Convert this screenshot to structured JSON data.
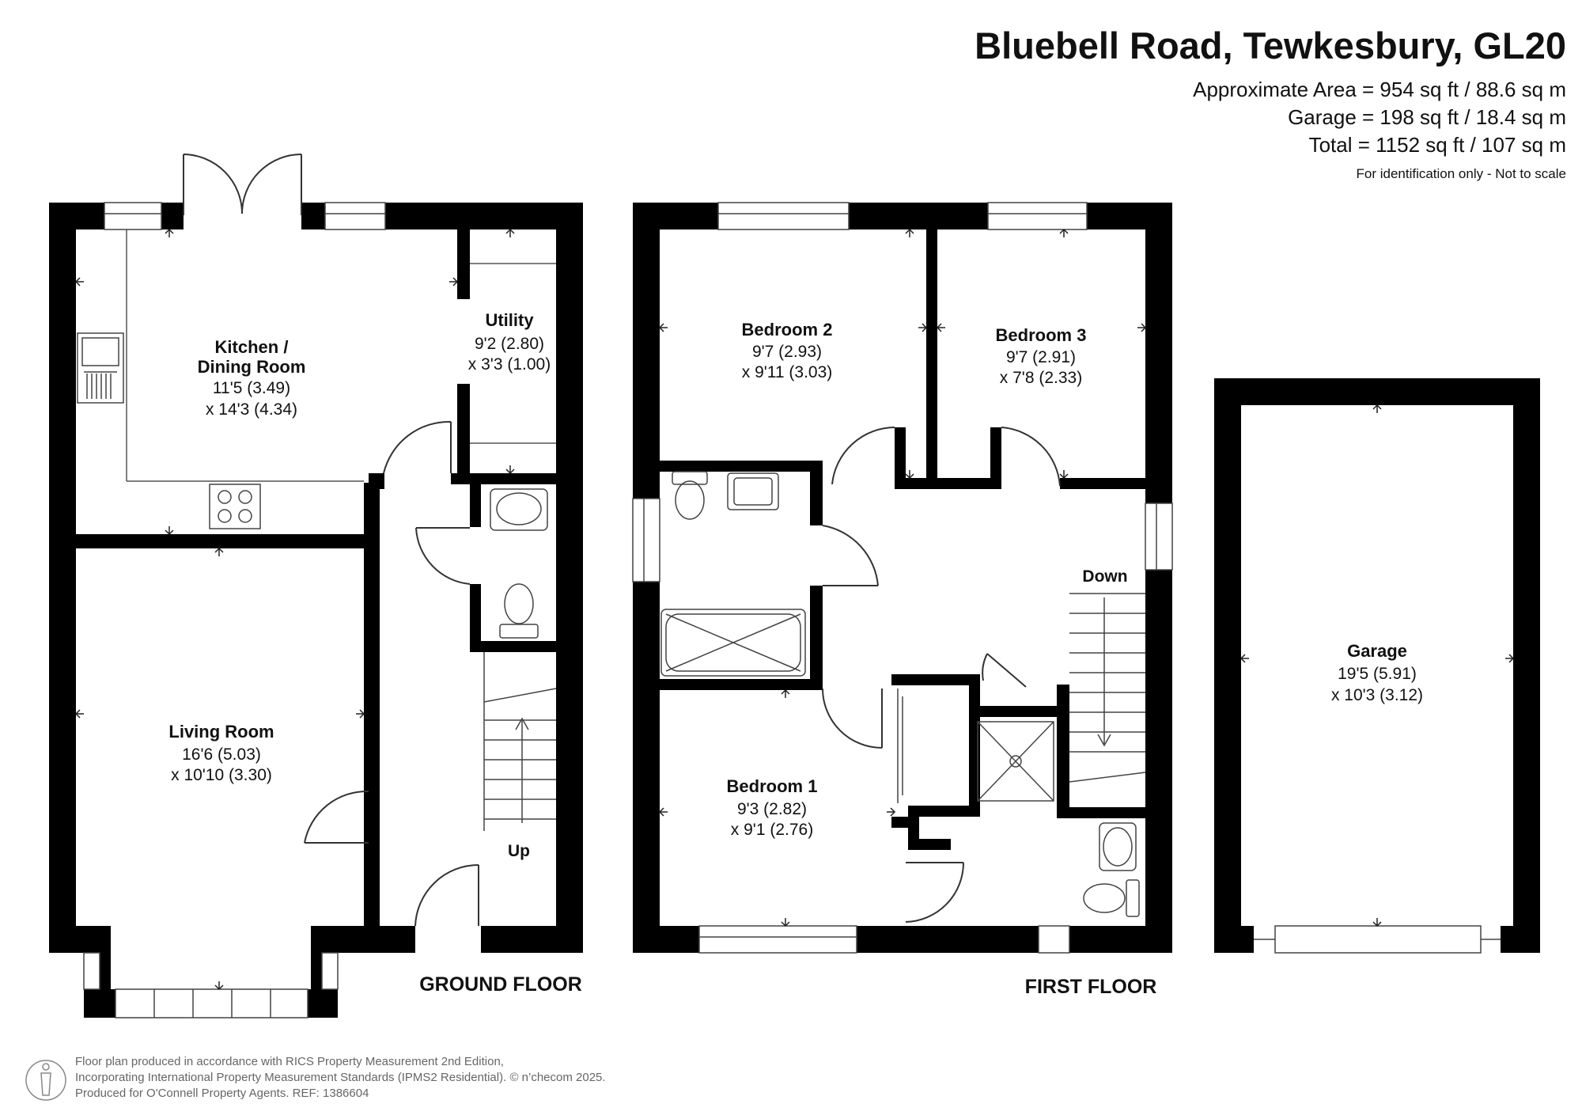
{
  "header": {
    "title": "Bluebell Road, Tewkesbury, GL20",
    "approx_area": "Approximate Area = 954 sq ft / 88.6 sq m",
    "garage_area": "Garage = 198 sq ft / 18.4 sq m",
    "total_area": "Total = 1152 sq ft / 107 sq m",
    "note": "For identification only - Not to scale"
  },
  "ground_floor": {
    "label": "GROUND FLOOR",
    "kitchen": {
      "name_1": "Kitchen /",
      "name_2": "Dining Room",
      "dim_1": "11'5 (3.49)",
      "dim_2": "x 14'3 (4.34)"
    },
    "utility": {
      "name": "Utility",
      "dim_1": "9'2 (2.80)",
      "dim_2": "x 3'3 (1.00)"
    },
    "living": {
      "name": "Living Room",
      "dim_1": "16'6 (5.03)",
      "dim_2": "x 10'10 (3.30)"
    },
    "stairs_label": "Up"
  },
  "first_floor": {
    "label": "FIRST FLOOR",
    "bedroom2": {
      "name": "Bedroom 2",
      "dim_1": "9'7 (2.93)",
      "dim_2": "x 9'11 (3.03)"
    },
    "bedroom3": {
      "name": "Bedroom 3",
      "dim_1": "9'7 (2.91)",
      "dim_2": "x 7'8 (2.33)"
    },
    "bedroom1": {
      "name": "Bedroom 1",
      "dim_1": "9'3 (2.82)",
      "dim_2": "x 9'1 (2.76)"
    },
    "stairs_label": "Down"
  },
  "garage": {
    "name": "Garage",
    "dim_1": "19'5 (5.91)",
    "dim_2": "x 10'3 (3.12)"
  },
  "footer": {
    "line_1": "Floor plan produced in accordance with RICS Property Measurement 2nd Edition,",
    "line_2": "Incorporating International Property Measurement Standards (IPMS2 Residential).  © n’checom 2025.",
    "line_3": "Produced for O'Connell Property Agents.   REF: 1386604"
  },
  "colors": {
    "wall": "#000000",
    "line": "#444444",
    "text": "#111111",
    "footer_text": "#666666"
  }
}
